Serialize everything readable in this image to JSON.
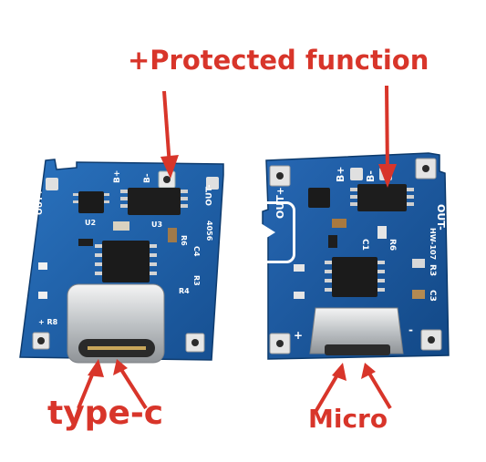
{
  "labels": {
    "protected": "+Protected function",
    "type_c": "type-c",
    "micro": "Micro"
  },
  "left_board": {
    "silk": {
      "out_plus": "OUT+",
      "out_minus": "OUT-",
      "b_plus": "B+",
      "b_minus": "B-",
      "u2": "U2",
      "u3": "U3",
      "r3": "R3",
      "r4": "R4",
      "r6": "R6",
      "c": "C4",
      "ic": "4056",
      "r8": "+ R8"
    }
  },
  "right_board": {
    "silk": {
      "out_plus": "OUT+",
      "out_minus": "OUT-",
      "b_plus": "B+",
      "b_minus": "B-",
      "model": "HW-107",
      "r3": "R3",
      "c3": "C3",
      "r6": "R6",
      "c1": "C1",
      "plus": "+",
      "minus": "-"
    }
  },
  "colors": {
    "arrow": "#d8352a",
    "pcb_left": "#1c5fa8",
    "pcb_right": "#1a56a6"
  }
}
